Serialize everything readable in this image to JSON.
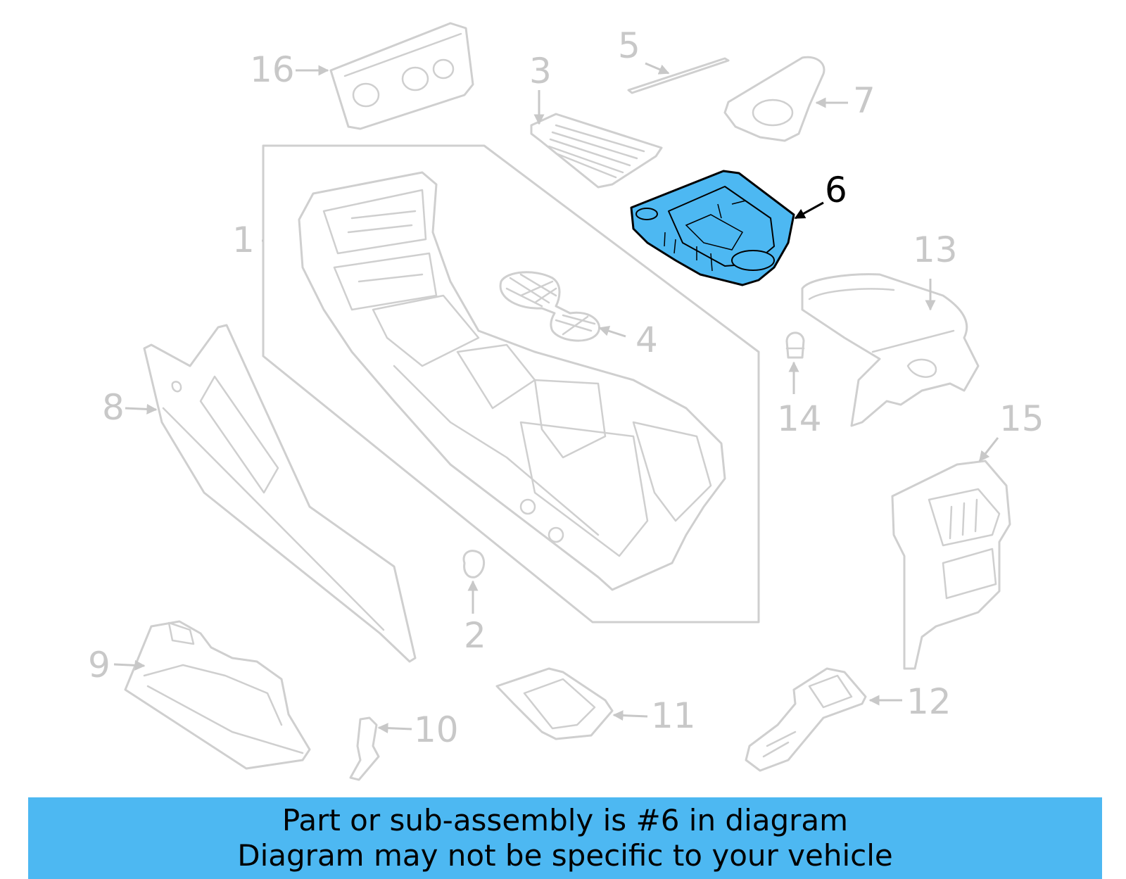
{
  "diagram": {
    "highlighted_part": "6",
    "highlight_color": "#4db8f2",
    "line_color": "#cfcfcf",
    "callouts": {
      "p1": "1",
      "p2": "2",
      "p3": "3",
      "p4": "4",
      "p5": "5",
      "p6": "6",
      "p7": "7",
      "p8": "8",
      "p9": "9",
      "p10": "10",
      "p11": "11",
      "p12": "12",
      "p13": "13",
      "p14": "14",
      "p15": "15",
      "p16": "16"
    }
  },
  "banner": {
    "line1": "Part or sub-assembly is #6 in diagram",
    "line2": "Diagram may not be specific to your vehicle",
    "color": "#4db8f2"
  }
}
